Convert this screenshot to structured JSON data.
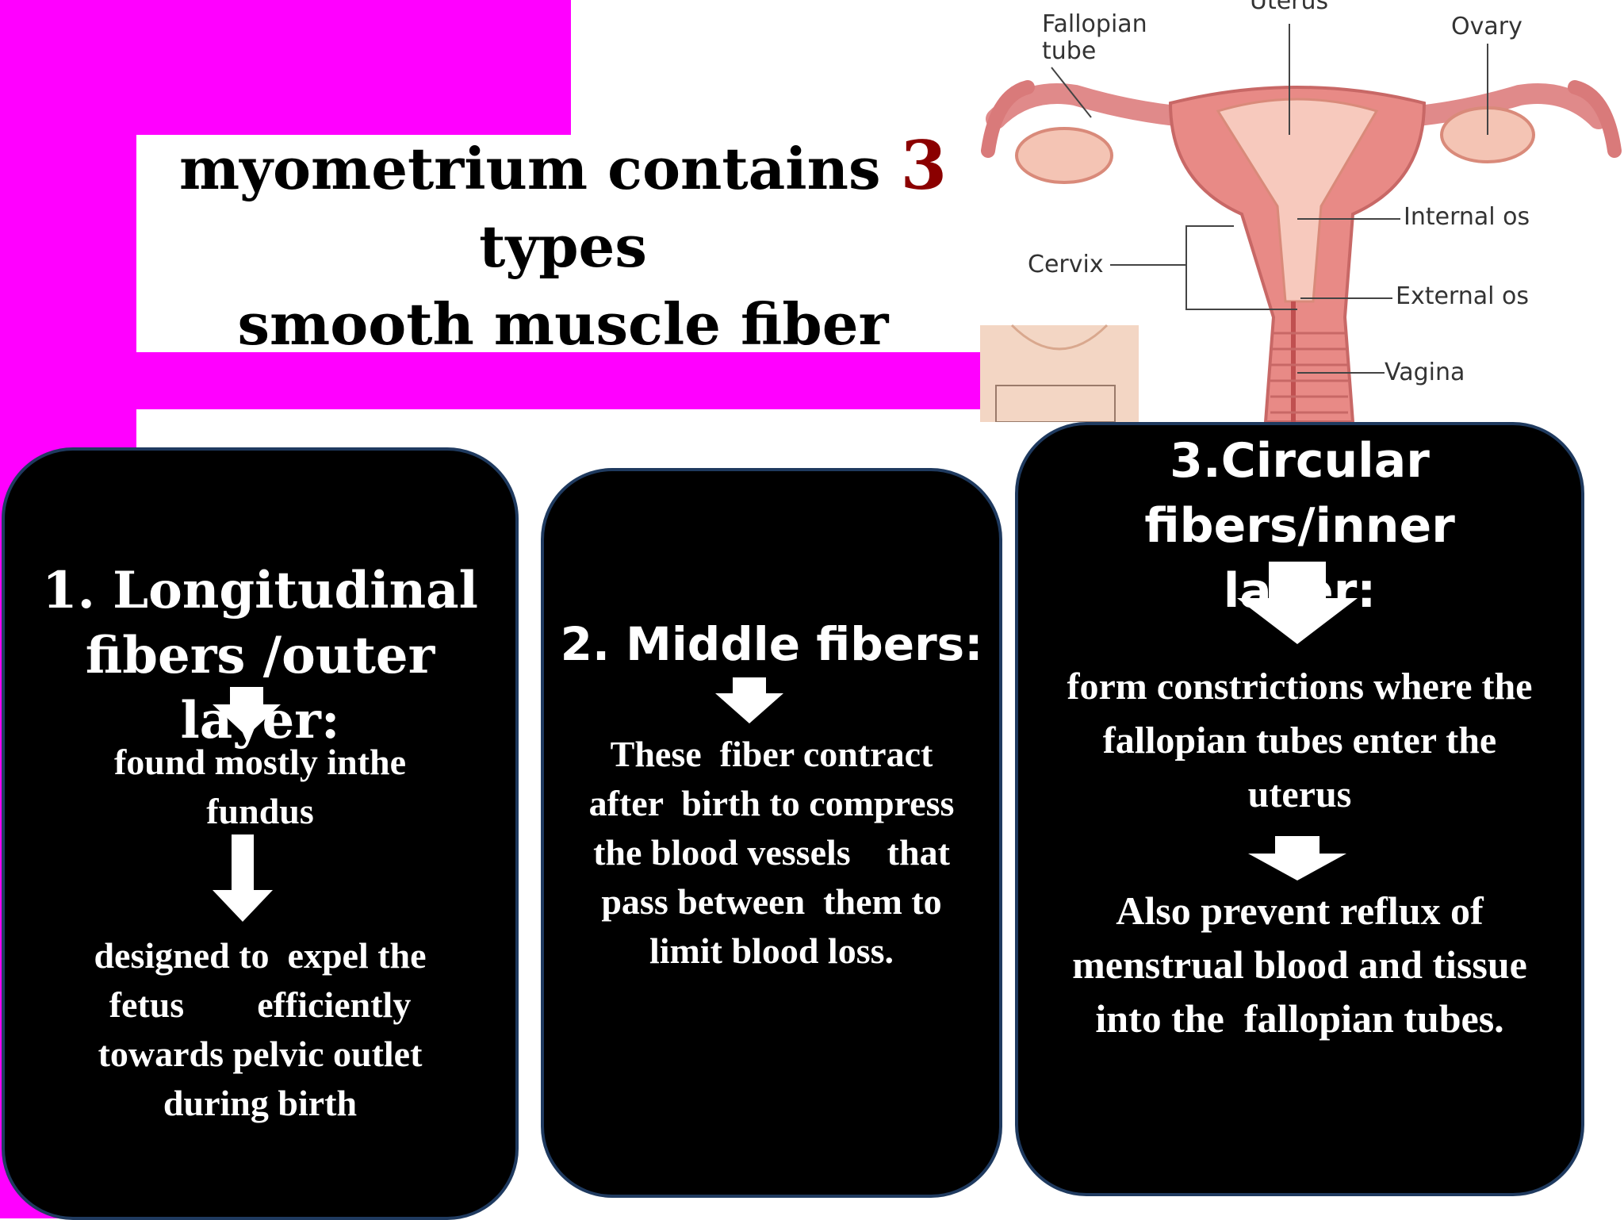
{
  "title": {
    "line1_a": "myometrium  contains ",
    "line1_num": "3",
    "line1_b": " types",
    "line2": "smooth muscle fiber"
  },
  "diagram": {
    "labels": {
      "fallopian_tube": "Fallopian\ntube",
      "uterus": "Uterus",
      "ovary": "Ovary",
      "internal_os": "Internal os",
      "cervix": "Cervix",
      "external_os": "External os",
      "vagina": "Vagina"
    }
  },
  "cards": [
    {
      "heading": "1. Longitudinal fibers /outer layer:",
      "text1": "found mostly inthe fundus",
      "text2": "designed to  expel the fetus        efficiently towards pelvic outlet during birth"
    },
    {
      "heading": "2. Middle fibers:",
      "text1": "These  fiber contract after  birth to compress the blood vessels    that    pass between  them to limit blood loss."
    },
    {
      "heading": "3.Circular fibers/inner layer:",
      "text1": "form constrictions where the  fallopian tubes enter the uterus",
      "text2": "Also prevent reflux of menstrual blood and tissue into the  fallopian tubes."
    }
  ],
  "colors": {
    "accent_magenta": "#ff00ff",
    "card_bg": "#000000",
    "card_border": "#1f3a5f",
    "number_red": "#8b0000"
  }
}
